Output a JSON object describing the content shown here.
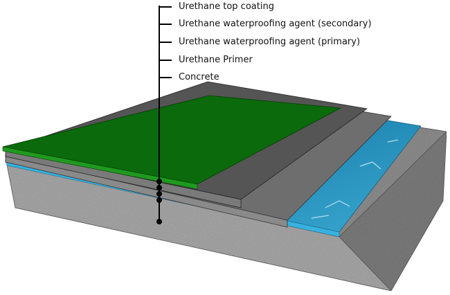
{
  "labels": [
    "Urethane top coating",
    "Urethane waterproofing agent (secondary)",
    "Urethane waterproofing agent (primary)",
    "Urethane Primer",
    "Concrete"
  ],
  "colors": {
    "top_coating": "#0b6a0b",
    "secondary": "#555555",
    "primary": "#6e6e6e",
    "primer": "#2a8fb8",
    "concrete": "#9a9a9a"
  }
}
